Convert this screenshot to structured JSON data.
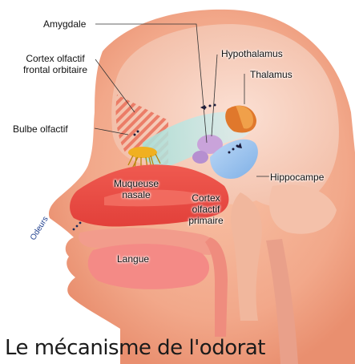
{
  "title": "Le mécanisme de l'odorat",
  "labels": {
    "amygdale": "Amygdale",
    "cortex_frontal_line1": "Cortex olfactif",
    "cortex_frontal_line2": "frontal orbitaire",
    "bulbe": "Bulbe olfactif",
    "hypothalamus": "Hypothalamus",
    "thalamus": "Thalamus",
    "hippocampe": "Hippocampe",
    "muqueuse_line1": "Muqueuse",
    "muqueuse_line2": "nasale",
    "cortex_primaire_line1": "Cortex",
    "cortex_primaire_line2": "olfactif",
    "cortex_primaire_line3": "primaire",
    "langue": "Langue",
    "odeurs": "Odeurs"
  },
  "colors": {
    "skin": "#f2a88a",
    "brain": "#f7c9b5",
    "nasal": "#e8453f",
    "thalamus": "#e0782c",
    "hippocampe": "#9ec4ee",
    "hypothalamus": "#c8a0d8",
    "bulbe": "#f0b020"
  }
}
